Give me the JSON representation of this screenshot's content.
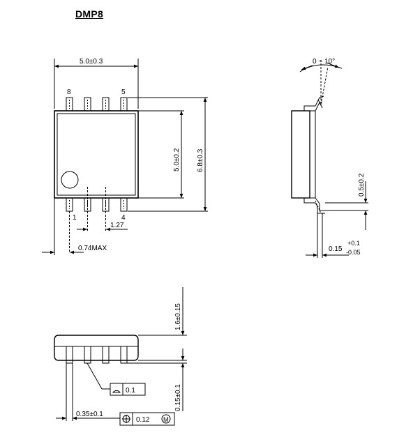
{
  "title": "DMP8",
  "top_view": {
    "width_dim": "5.0±0.3",
    "body_dim": "5.0±0.2",
    "overall_dim": "6.8±0.3",
    "pitch_dim": "1.27",
    "max_dim": "0.74MAX",
    "pin_8": "8",
    "pin_5": "5",
    "pin_1": "1",
    "pin_4": "4"
  },
  "side_view": {
    "angle_dim": "0 ~ 10°",
    "lead_dim": "0.5±0.2",
    "thickness_nominal": "0.15",
    "thickness_plus": "+0.1",
    "thickness_minus": "-0.05"
  },
  "front_view": {
    "height_dim": "1.6±0.15",
    "standoff_dim": "0.15±0.1",
    "lead_width_dim": "0.35±0.1",
    "flatness_value": "0.1",
    "position_value": "0.12",
    "modifier": "M"
  }
}
